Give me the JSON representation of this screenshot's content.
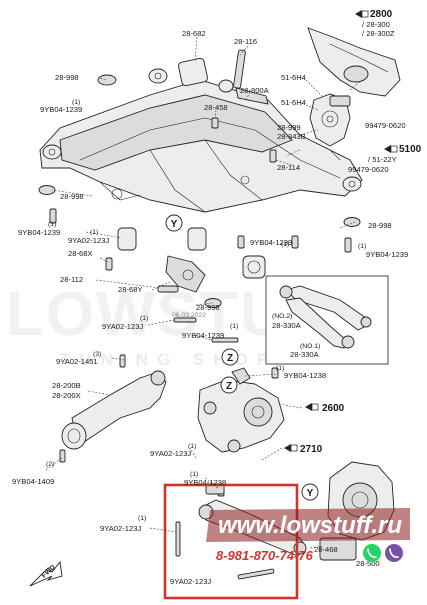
{
  "labels": {
    "p2800": "2800",
    "p28_300": "/ 28-300",
    "p28_300z": "/ 28-300Z",
    "p28_682": "28-682",
    "p28_116": "28-116",
    "p28_998_a": "28-998",
    "p28_800a": "28-800A",
    "p51_6h4_a": "51-6H4",
    "p51_6h4_b": "51-6H4",
    "p28_458": "28-458",
    "p9yb04_1239_a": "9YB04-1239",
    "q1_a": "(1)",
    "p28_999": "28-999",
    "p28_343b": "28-343B",
    "p99479_0620_a": "99479-0620",
    "p5100": "5100",
    "p51_22y": "/ 51-22Y",
    "p28_114": "28-114",
    "p99479_0620_b": "99479-0620",
    "p28_998_b": "28-998",
    "q1_b": "(1)",
    "p9yb04_1239_b": "9YB04-1239",
    "q1_c": "(1)",
    "p9ya02_123j_a": "9YA02-123J",
    "p28_68x": "28-68X",
    "p28_998_c": "28-998",
    "q1_d": "(1)",
    "p9yb04_1239_c": "9YB04-1239",
    "p28_112": "28-112",
    "p28_68y": "28-68Y",
    "q1_e": "(1)",
    "p9yb04_1239_d": "9YB04-1239",
    "q1_f": "(1)",
    "p9ya02_123j_b": "9YA02-123J",
    "p28_998_d": "28-998",
    "q1_g": "(1)",
    "p9yb04_1239_e": "9YB04-1239",
    "no2": "(NO.2)",
    "p28_330a_a": "28-330A",
    "no1": "(NO.1)",
    "p28_330a_b": "28-330A",
    "q3": "(3)",
    "p9ya02_1451": "9YA02-1451",
    "q1_h": "(1)",
    "p9yb04_1238": "9YB04-1238",
    "p28_200b": "28-200B",
    "p28_200x": "28-200X",
    "p2600": "2600",
    "q1_i": "(1)",
    "p9ya02_123j_c": "9YA02-123J",
    "p2710": "2710",
    "q2": "(2)",
    "p9yb04_1409": "9YB04-1409",
    "q1_j": "(1)",
    "p9yb04_1238_b": "9YB04-1238",
    "q1_k": "(1)",
    "p9ya02_123j_d": "9YA02-123J",
    "p28_468": "28-468",
    "p28_500": "28-500",
    "p9ya02_123j_e": "9YA02-123J",
    "y1": "Y",
    "y2": "Y",
    "z1": "Z",
    "z2": "Z",
    "fwd": "FWD",
    "date": "06.03.2022"
  },
  "watermark": {
    "brand": "www.lowstuff.ru",
    "phone": "8-981-870-74-76",
    "bg_text": "LOWSTUFF",
    "bg_sub": "TUNING SHOP"
  },
  "colors": {
    "highlight": "#d0342c",
    "banner": "#8c1c1c",
    "whatsapp": "#25d366",
    "viber": "#7a51a8"
  },
  "icons": [
    "whatsapp-icon",
    "viber-icon",
    "fwd-arrow-icon"
  ]
}
